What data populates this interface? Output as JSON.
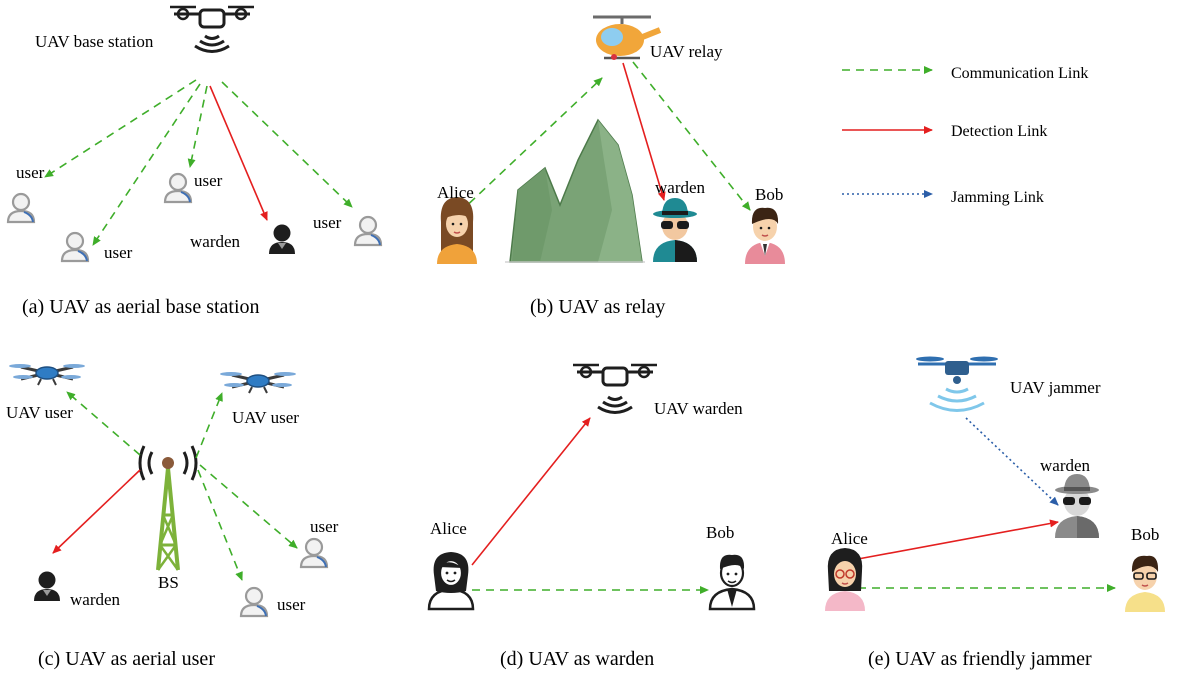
{
  "captions": {
    "a": "(a) UAV as aerial base station",
    "b": "(b) UAV as  relay",
    "c": "(c) UAV as aerial user",
    "d": "(d) UAV as warden",
    "e": "(e) UAV as friendly jammer"
  },
  "legend": {
    "communication": "Communication Link",
    "detection": "Detection Link",
    "jamming": "Jamming Link"
  },
  "panel_a": {
    "station": "UAV base station",
    "user": "user",
    "warden": "warden"
  },
  "panel_b": {
    "relay": "UAV relay",
    "alice": "Alice",
    "warden": "warden",
    "bob": "Bob"
  },
  "panel_c": {
    "uav_user": "UAV user",
    "bs": "BS",
    "user": "user",
    "warden": "warden"
  },
  "panel_d": {
    "uav_warden": "UAV warden",
    "alice": "Alice",
    "bob": "Bob"
  },
  "panel_e": {
    "uav_jammer": "UAV jammer",
    "warden": "warden",
    "alice": "Alice",
    "bob": "Bob"
  },
  "colors": {
    "communication": "#3fae2a",
    "detection": "#e41f1f",
    "jamming": "#2b5ea8"
  }
}
